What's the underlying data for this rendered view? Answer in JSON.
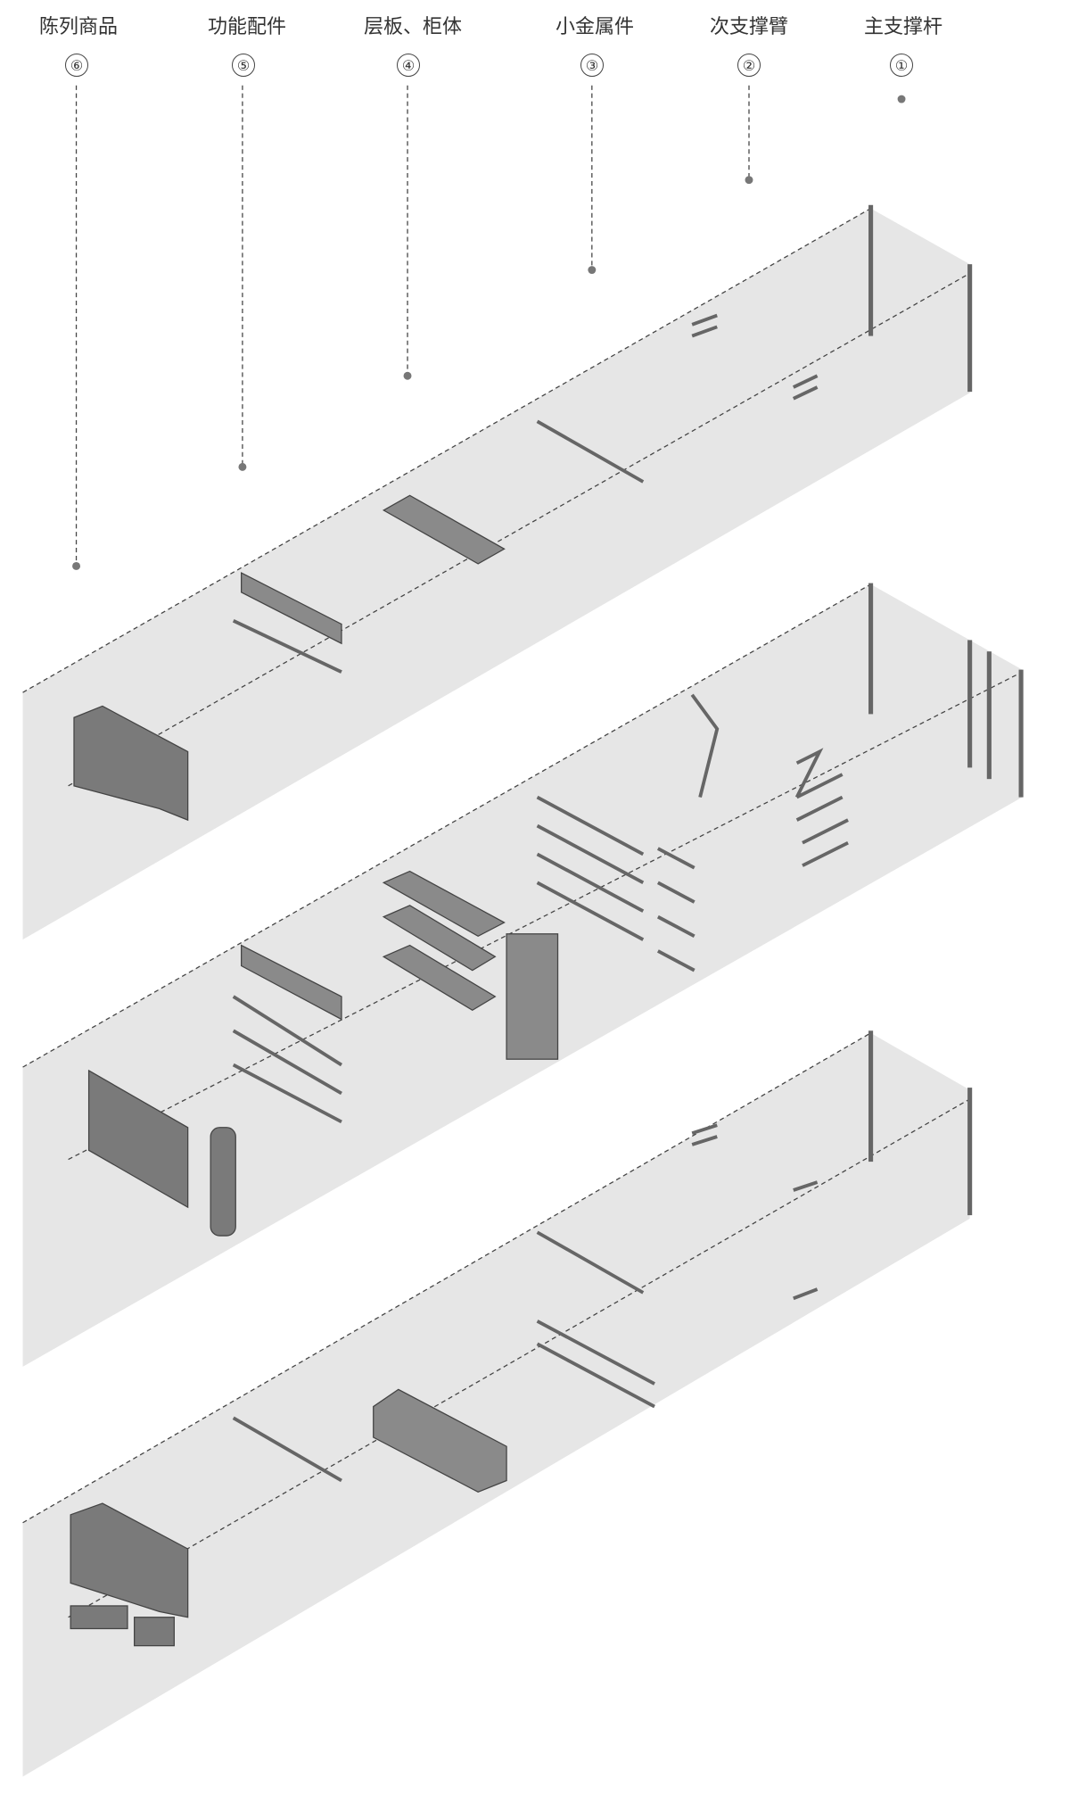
{
  "layers": [
    {
      "number": "⑥",
      "label": "陈列商品"
    },
    {
      "number": "⑤",
      "label": "功能配件"
    },
    {
      "number": "④",
      "label": "层板、柜体"
    },
    {
      "number": "③",
      "label": "小金属件"
    },
    {
      "number": "②",
      "label": "次支撑臂"
    },
    {
      "number": "①",
      "label": "主支撑杆"
    }
  ],
  "colors": {
    "plane": "#e6e6e6",
    "part": "#7a7a7a",
    "dark": "#555555"
  }
}
